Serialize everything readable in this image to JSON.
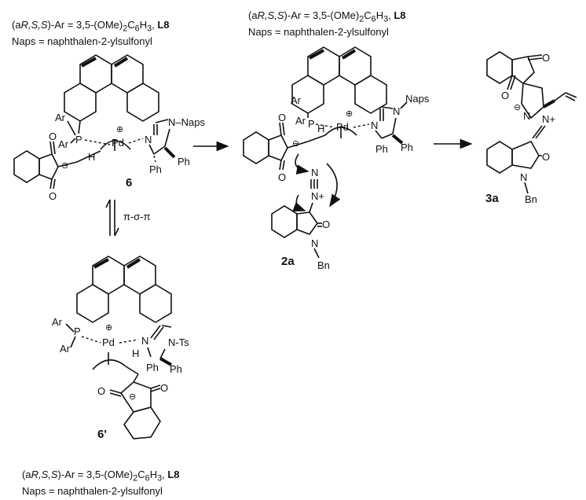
{
  "legends": [
    {
      "line1_prefix": "(a",
      "line1_stereo": "R,S,S",
      "line1_mid": ")-Ar = 3,5-(OMe)",
      "line1_sub1": "2",
      "line1_c6h": "C",
      "line1_sub2": "6",
      "line1_h": "H",
      "line1_sub3": "3",
      "line1_sep": ", ",
      "line1_ligand": "L8",
      "line2": "Naps = naphthalen-2-ylsulfonyl"
    }
  ],
  "compounds": {
    "c6": "6",
    "c6prime": "6'",
    "c2a": "2a",
    "c3a": "3a"
  },
  "arrow_label": "π-σ-π",
  "atoms": {
    "Ar": "Ar",
    "P": "P",
    "Pd": "Pd",
    "N": "N",
    "H": "H",
    "O": "O",
    "Ph": "Ph",
    "Naps": "Naps",
    "NNaps": "N–Naps",
    "NTs": "N-Ts",
    "Bn": "Bn",
    "plus": "⊕",
    "minus": "⊖",
    "Nplus": "N+",
    "Nminus": "N"
  }
}
